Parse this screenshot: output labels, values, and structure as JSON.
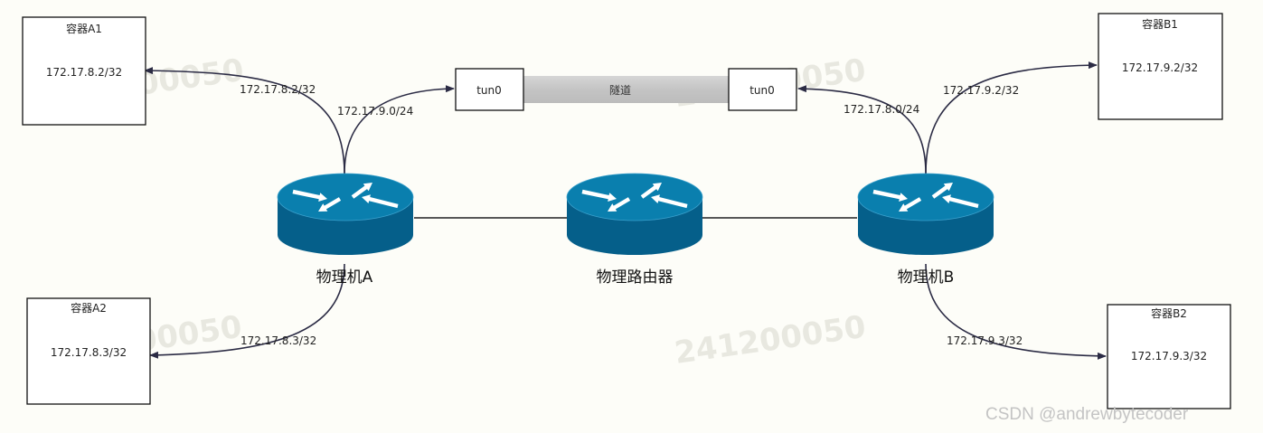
{
  "watermark": "241200050",
  "credit": "CSDN @andrewbytecoder",
  "routers": {
    "host_a": "物理机A",
    "core": "物理路由器",
    "host_b": "物理机B"
  },
  "containers": {
    "a1": {
      "title": "容器A1",
      "ip": "172.17.8.2/32"
    },
    "a2": {
      "title": "容器A2",
      "ip": "172.17.8.3/32"
    },
    "b1": {
      "title": "容器B1",
      "ip": "172.17.9.2/32"
    },
    "b2": {
      "title": "容器B2",
      "ip": "172.17.9.3/32"
    }
  },
  "tun": {
    "left": "tun0",
    "right": "tun0",
    "tunnel": "隧道"
  },
  "edges": {
    "a_to_a1": "172.17.8.2/32",
    "a_to_tun": "172.17.9.0/24",
    "a_to_a2": "172.17.8.3/32",
    "b_to_b1": "172.17.9.2/32",
    "b_to_tun": "172.17.8.0/24",
    "b_to_b2": "172.17.9.3/32"
  },
  "colors": {
    "router_top": "#0a7fae",
    "router_side": "#055f8a",
    "tunnel": "#c9c9c9",
    "tunnel_end": "#1f2a3a"
  }
}
